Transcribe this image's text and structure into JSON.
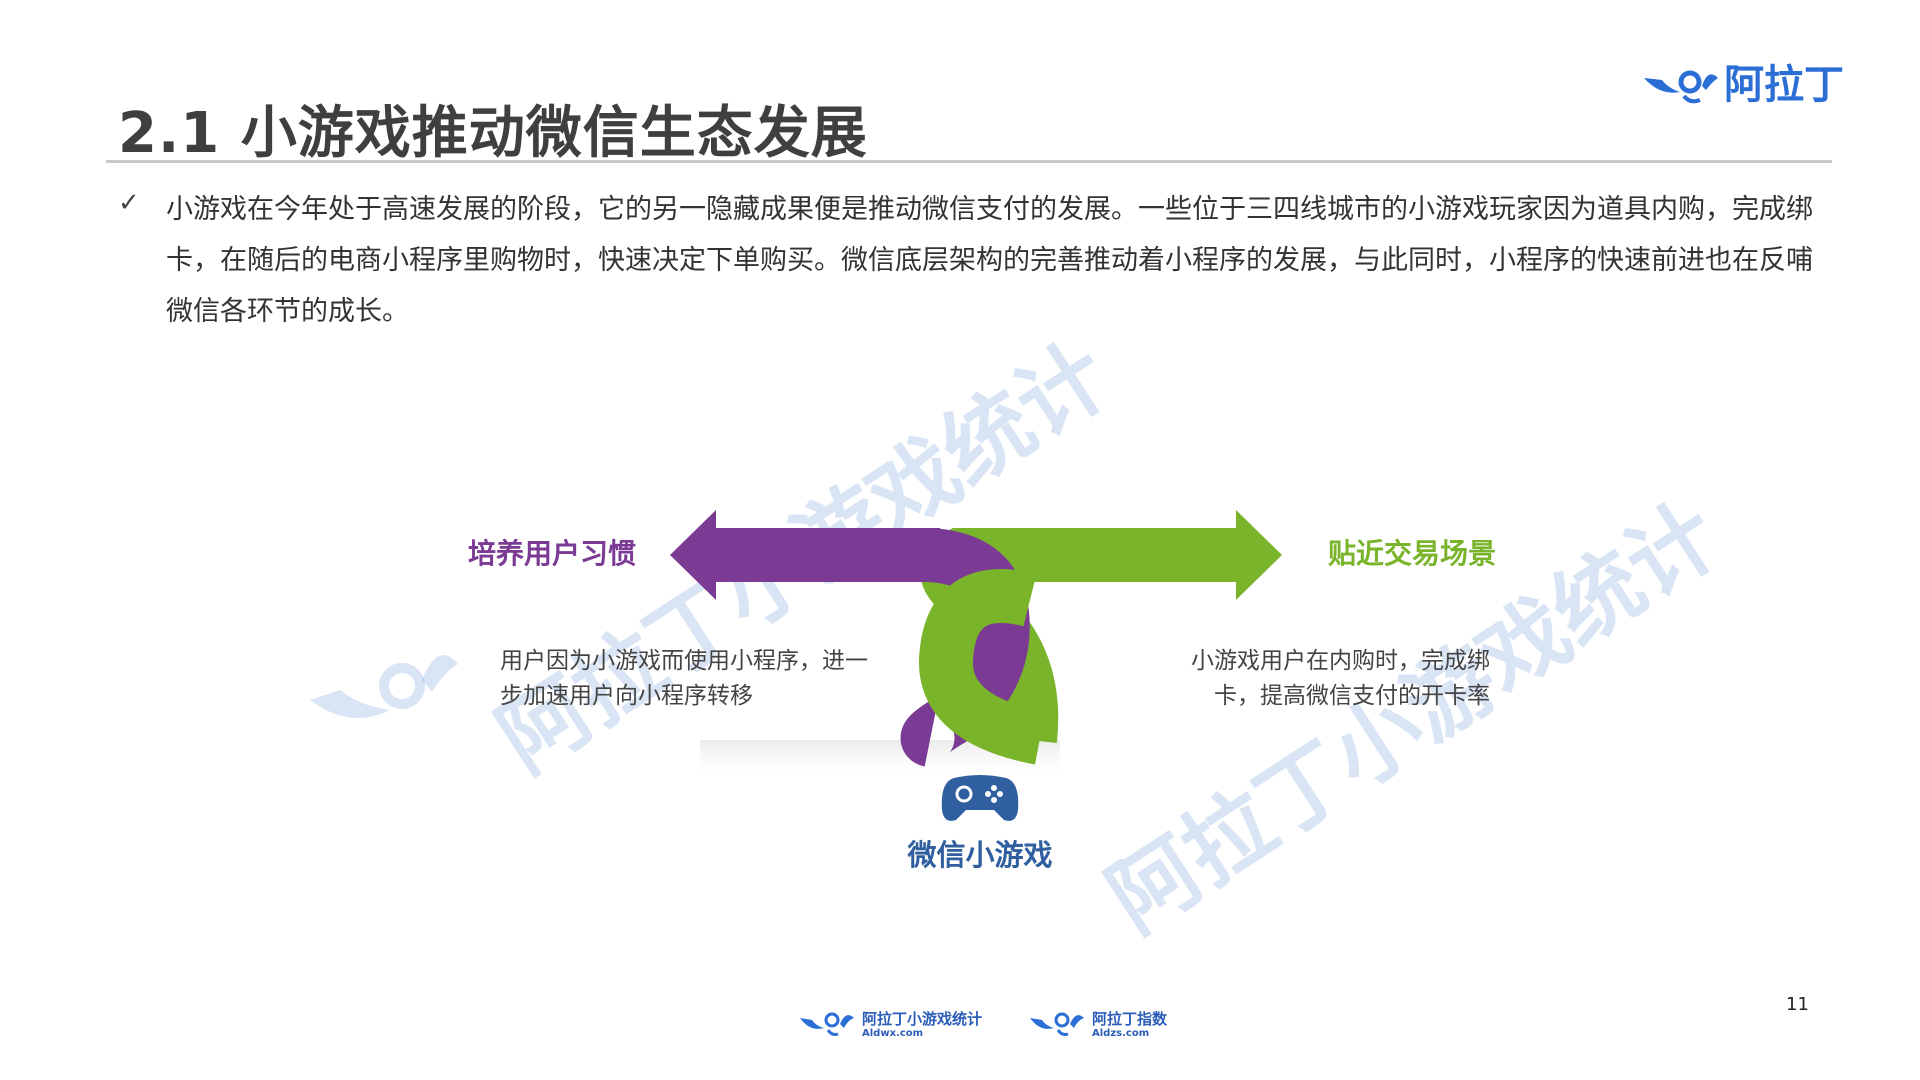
{
  "header": {
    "title": "2.1 小游戏推动微信生态发展",
    "brand": "阿拉丁"
  },
  "bullet": {
    "mark": "✓",
    "text": "小游戏在今年处于高速发展的阶段，它的另一隐藏成果便是推动微信支付的发展。一些位于三四线城市的小游戏玩家因为道具内购，完成绑卡，在随后的电商小程序里购物时，快速决定下单购买。微信底层架构的完善推动着小程序的发展，与此同时，小程序的快速前进也在反哺微信各环节的成长。"
  },
  "diagram": {
    "left_label": "培养用户习惯",
    "right_label": "贴近交易场景",
    "left_desc": "用户因为小游戏而使用小程序，进一步加速用户向小程序转移",
    "right_desc": "小游戏用户在内购时，完成绑卡，提高微信支付的开卡率",
    "center_label": "微信小游戏",
    "colors": {
      "left_arrow": "#7b3b94",
      "right_arrow": "#7ab42a",
      "center": "#2f5f9e"
    },
    "center_icon": "gamepad-icon"
  },
  "watermark": {
    "text": "阿拉丁小游戏统计"
  },
  "footer": {
    "brand1_name": "阿拉丁小游戏统计",
    "brand1_url": "Aldwx.com",
    "brand2_name": "阿拉丁指数",
    "brand2_url": "Aldzs.com",
    "page_number": "11"
  }
}
